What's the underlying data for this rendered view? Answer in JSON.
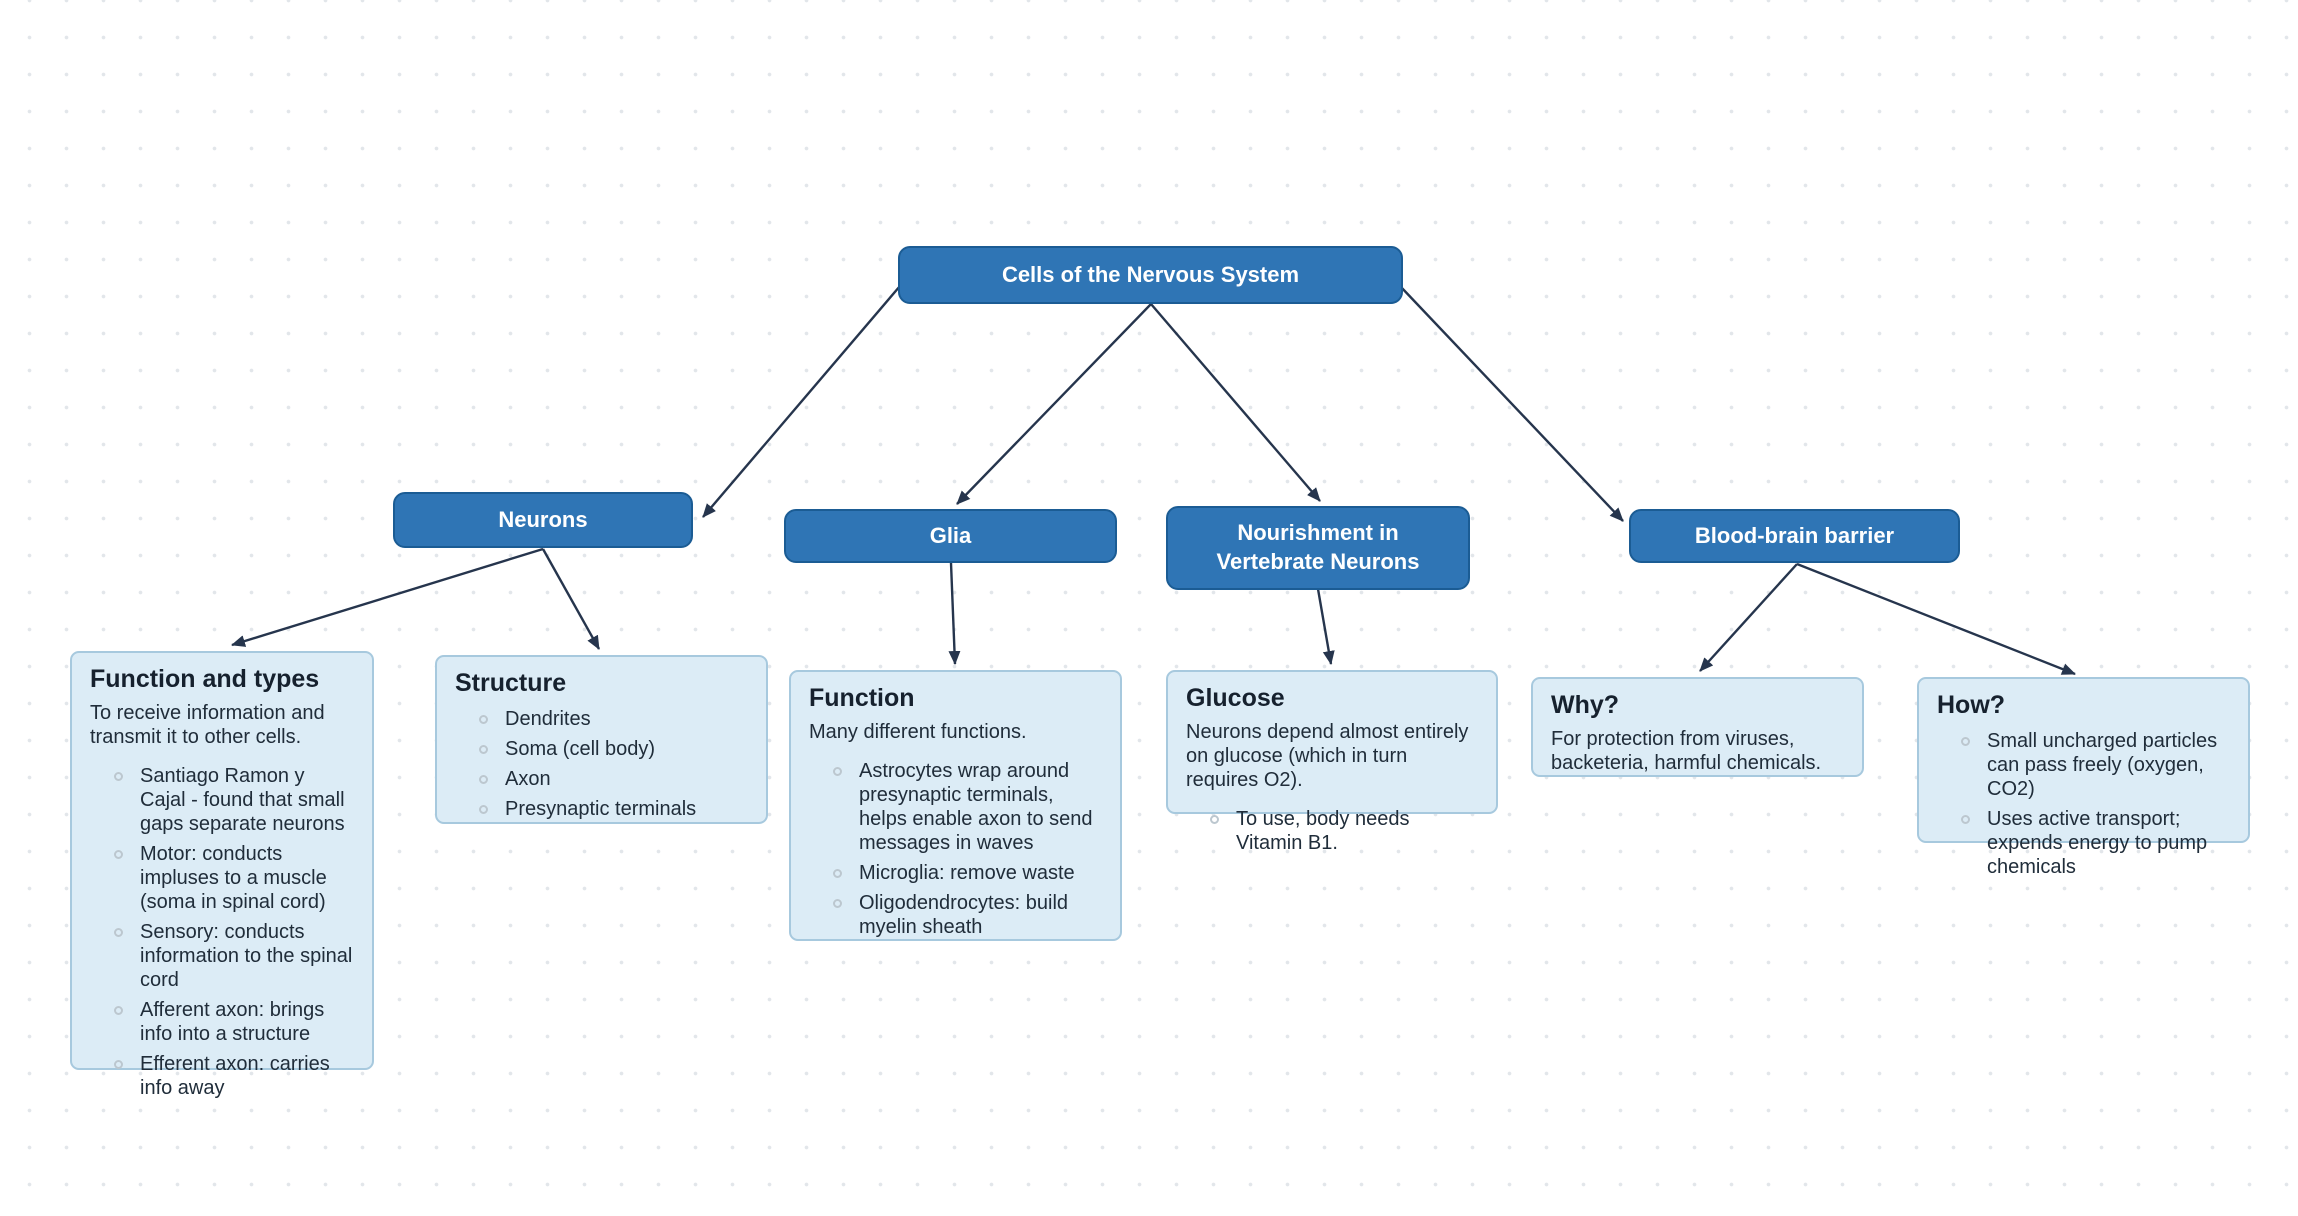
{
  "colors": {
    "node_fill": "#2f75b5",
    "node_border": "#1b5c94",
    "node_text": "#ffffff",
    "card_fill": "#dcecf6",
    "card_border": "#a7c9de",
    "body_text": "#202d3a",
    "edge": "#26354d",
    "background_dot": "#e2e6ea"
  },
  "root": {
    "label": "Cells of the Nervous System"
  },
  "nodes": [
    {
      "label": "Neurons"
    },
    {
      "label": "Glia"
    },
    {
      "label": "Nourishment in Vertebrate Neurons"
    },
    {
      "label": "Blood-brain barrier"
    }
  ],
  "cards": [
    {
      "title": "Function and types",
      "intro": "To receive information and transmit it to other cells.",
      "bullets": [
        "Santiago Ramon y Cajal - found that small gaps separate neurons",
        "Motor: conducts impluses to a muscle (soma in spinal cord)",
        "Sensory: conducts information to the spinal cord",
        "Afferent axon: brings info into a structure",
        "Efferent axon: carries info away"
      ]
    },
    {
      "title": "Structure",
      "bullets": [
        "Dendrites",
        "Soma (cell body)",
        "Axon",
        "Presynaptic terminals"
      ]
    },
    {
      "title": "Function",
      "intro": "Many different functions.",
      "bullets": [
        "Astrocytes wrap around presynaptic terminals, helps enable axon to send messages in waves",
        "Microglia: remove waste",
        "Oligodendrocytes: build myelin sheath"
      ]
    },
    {
      "title": "Glucose",
      "intro": "Neurons depend almost entirely on glucose (which in turn requires O2).",
      "bullets": [
        "To use, body needs Vitamin B1."
      ]
    },
    {
      "title": "Why?",
      "intro": "For protection from viruses, backeteria, harmful chemicals."
    },
    {
      "title": "How?",
      "bullets": [
        "Small uncharged particles can pass freely (oxygen, CO2)",
        "Uses active transport; expends energy to pump chemicals"
      ]
    }
  ]
}
